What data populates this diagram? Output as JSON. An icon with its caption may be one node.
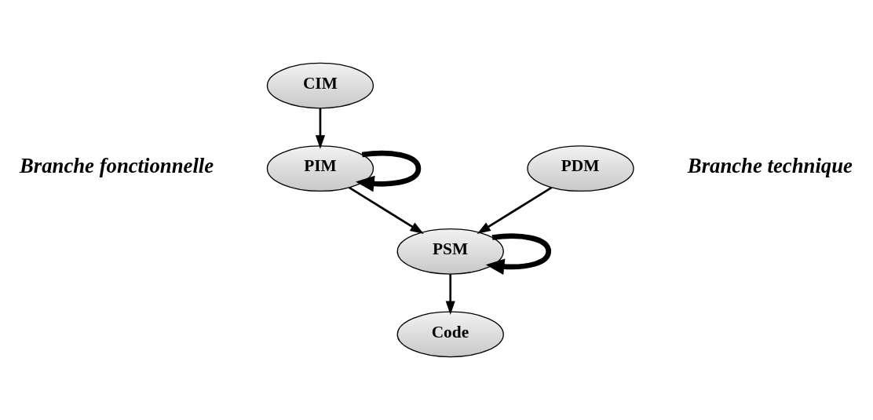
{
  "diagram": {
    "nodes": [
      {
        "text": [
          "CIM"
        ]
      },
      {
        "text": [
          "PIM"
        ]
      },
      {
        "text": [
          "PDM"
        ]
      },
      {
        "text": [
          "PSM"
        ]
      },
      {
        "text": [
          "Code"
        ]
      }
    ],
    "edges": [
      {
        "from": 0,
        "to": 1,
        "arrow": "to"
      },
      {
        "from": 1,
        "to": 1,
        "arrow": "to",
        "style": "thick"
      },
      {
        "from": 1,
        "to": 3,
        "arrow": "to"
      },
      {
        "from": 2,
        "to": 3,
        "arrow": "to"
      },
      {
        "from": 3,
        "to": 3,
        "arrow": "to",
        "style": "thick"
      },
      {
        "from": 3,
        "to": 4,
        "arrow": "to"
      }
    ],
    "labels": [
      "Branche fonctionnelle",
      "Branche technique"
    ]
  }
}
